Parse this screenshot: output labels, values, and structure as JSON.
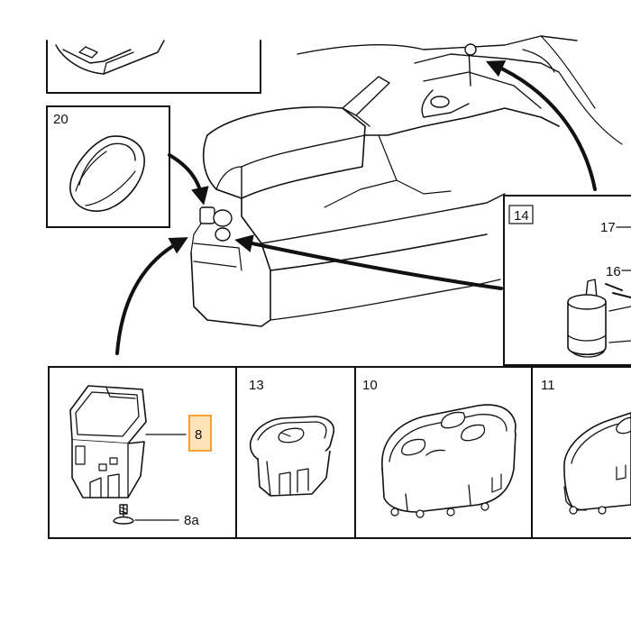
{
  "diagram": {
    "accent": "#f5a030",
    "labels": {
      "box_20": "20",
      "box_14": "14",
      "item_17": "17",
      "item_16": "16",
      "box_8": "8",
      "item_8a": "8a",
      "box_13": "13",
      "box_10": "10",
      "box_11": "11"
    },
    "icons": {
      "callout_arrow": "curved-arrow-icon",
      "screw": "screw-icon"
    }
  }
}
